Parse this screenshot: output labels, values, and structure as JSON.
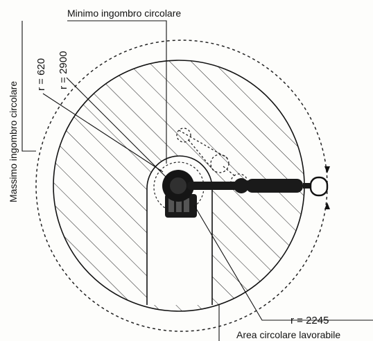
{
  "labels": {
    "min_footprint": "Minimo ingombro circolare",
    "max_footprint": "Massimo ingombro circolare",
    "r_min": "r = 620",
    "r_max": "r = 2900",
    "r_work": "r = 2245",
    "work_area": "Area circolare lavorabile"
  },
  "colors": {
    "line": "#111111",
    "hatch": "#222222",
    "robot": "#1a1a1a",
    "background": "#fdfdfb"
  }
}
